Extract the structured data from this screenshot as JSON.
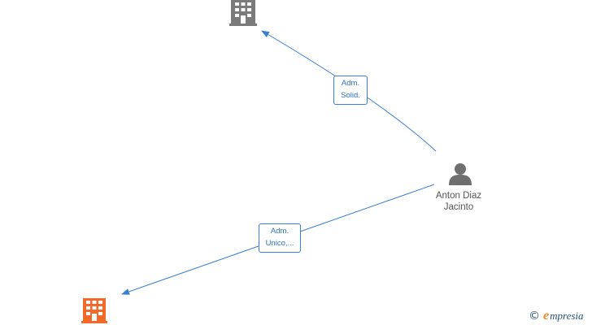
{
  "colors": {
    "edge": "#3a7fd0",
    "company_default": "#7a7a7a",
    "company_highlight": "#f26a2a",
    "person": "#6f6f6f"
  },
  "nodes": {
    "company_top": {
      "icon": "building-icon"
    },
    "company_bottom": {
      "icon": "building-icon"
    },
    "person": {
      "icon": "person-icon",
      "name_line1": "Anton Diaz",
      "name_line2": "Jacinto"
    }
  },
  "edges": [
    {
      "label_line1": "Adm.",
      "label_line2": "Solid."
    },
    {
      "label_line1": "Adm.",
      "label_line2": "Unico,..."
    }
  ],
  "brand": {
    "copyright": "©",
    "initial": "e",
    "rest": "mpresia"
  }
}
